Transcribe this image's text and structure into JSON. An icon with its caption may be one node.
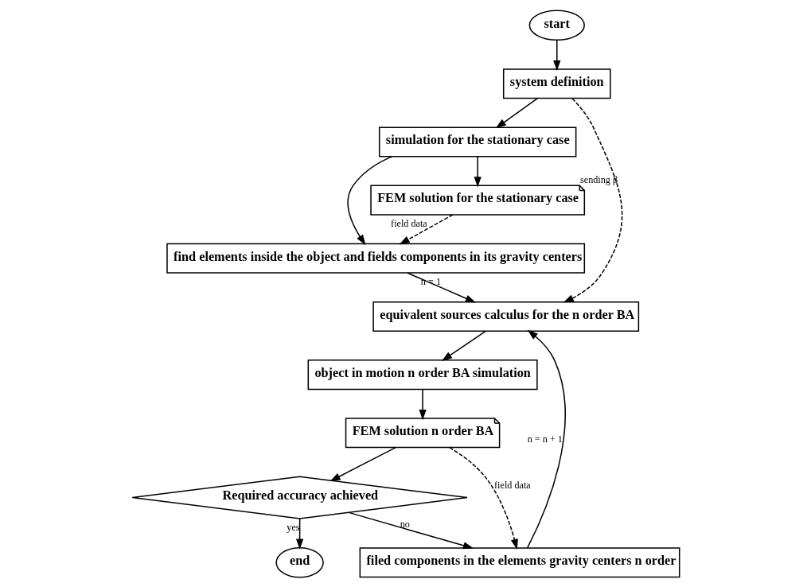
{
  "diagram": {
    "nodes": [
      {
        "text": [
          "start"
        ]
      },
      {
        "text": [
          "system definition"
        ]
      },
      {
        "text": [
          "simulation for the stationary case"
        ]
      },
      {
        "text": [
          "FEM solution for the stationary case"
        ]
      },
      {
        "text": [
          "find elements inside the object and fields components in its gravity centers"
        ]
      },
      {
        "text": [
          "equivalent sources calculus for the n order BA"
        ]
      },
      {
        "text": [
          "object in motion n order BA simulation"
        ]
      },
      {
        "text": [
          "FEM solution n order BA"
        ]
      },
      {
        "text": [
          "filed components in the elements gravity centers n order"
        ]
      },
      {
        "text": [
          "Required accuracy achieved"
        ]
      },
      {
        "text": [
          "end"
        ]
      }
    ],
    "edges": [
      {
        "from": 0,
        "to": 1,
        "arrow": "to"
      },
      {
        "from": 1,
        "to": 5,
        "arrow": "to",
        "label": "sending β",
        "style": "dashed"
      },
      {
        "from": 1,
        "to": 2,
        "arrow": "to"
      },
      {
        "from": 2,
        "to": 3,
        "arrow": "to"
      },
      {
        "from": 2,
        "to": 4,
        "arrow": "to"
      },
      {
        "from": 3,
        "to": 4,
        "arrow": "to",
        "label": "field data",
        "style": "dashed"
      },
      {
        "from": 4,
        "to": 5,
        "arrow": "to",
        "label": "n = 1"
      },
      {
        "from": 5,
        "to": 6,
        "arrow": "to"
      },
      {
        "from": 6,
        "to": 7,
        "arrow": "to"
      },
      {
        "from": 7,
        "to": 8,
        "arrow": "to",
        "label": "field data",
        "style": "dashed"
      },
      {
        "from": 7,
        "to": 9,
        "arrow": "to"
      },
      {
        "from": 9,
        "to": 8,
        "arrow": "to",
        "label": "no"
      },
      {
        "from": 9,
        "to": 10,
        "arrow": "to",
        "label": "yes"
      },
      {
        "from": 8,
        "to": 5,
        "arrow": "to",
        "label": "n = n + 1"
      }
    ]
  }
}
